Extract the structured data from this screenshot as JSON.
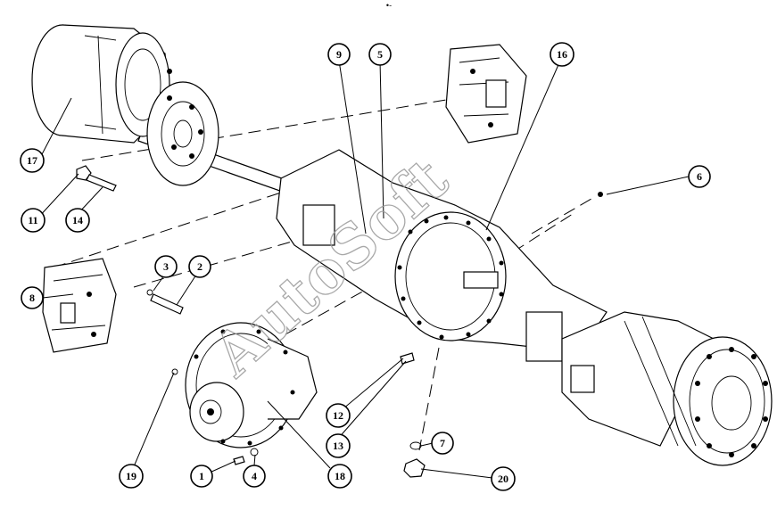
{
  "watermark": "AutoSoft",
  "corner_mark": "•-",
  "callouts": [
    {
      "id": "c1",
      "label": "1"
    },
    {
      "id": "c2",
      "label": "2"
    },
    {
      "id": "c3",
      "label": "3"
    },
    {
      "id": "c4",
      "label": "4"
    },
    {
      "id": "c5",
      "label": "5"
    },
    {
      "id": "c6",
      "label": "6"
    },
    {
      "id": "c7",
      "label": "7"
    },
    {
      "id": "c8",
      "label": "8"
    },
    {
      "id": "c9",
      "label": "9"
    },
    {
      "id": "c11",
      "label": "11"
    },
    {
      "id": "c12",
      "label": "12"
    },
    {
      "id": "c13",
      "label": "13"
    },
    {
      "id": "c14",
      "label": "14"
    },
    {
      "id": "c16",
      "label": "16"
    },
    {
      "id": "c17",
      "label": "17"
    },
    {
      "id": "c18",
      "label": "18"
    },
    {
      "id": "c19",
      "label": "19"
    },
    {
      "id": "c20",
      "label": "20"
    }
  ]
}
